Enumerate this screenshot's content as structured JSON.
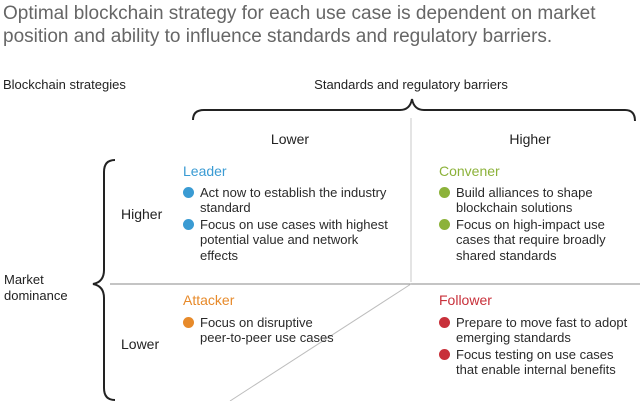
{
  "headline": "Optimal blockchain strategy for each use case is dependent on market position and ability to influence standards and regulatory barriers.",
  "axes": {
    "strategies_label": "Blockchain strategies",
    "standards_label": "Standards and regulatory barriers",
    "col_lower": "Lower",
    "col_higher": "Higher",
    "market_label": "Market dominance",
    "row_higher": "Higher",
    "row_lower": "Lower"
  },
  "quadrants": {
    "leader": {
      "title": "Leader",
      "color": "#3a9bd3",
      "bullets": [
        "Act now to establish the industry standard",
        "Focus on use cases with highest potential value and network effects"
      ]
    },
    "convener": {
      "title": "Convener",
      "color": "#8cb23a",
      "bullets": [
        "Build alliances to shape blockchain solutions",
        "Focus on high-impact use cases that require broadly shared standards"
      ]
    },
    "attacker": {
      "title": "Attacker",
      "color": "#e78a2a",
      "bullets": [
        "Focus on disruptive peer-to-peer use cases"
      ]
    },
    "follower": {
      "title": "Follower",
      "color": "#c8303a",
      "bullets": [
        "Prepare to move fast to adopt emerging standards",
        "Focus testing on use cases that enable internal benefits"
      ]
    }
  }
}
